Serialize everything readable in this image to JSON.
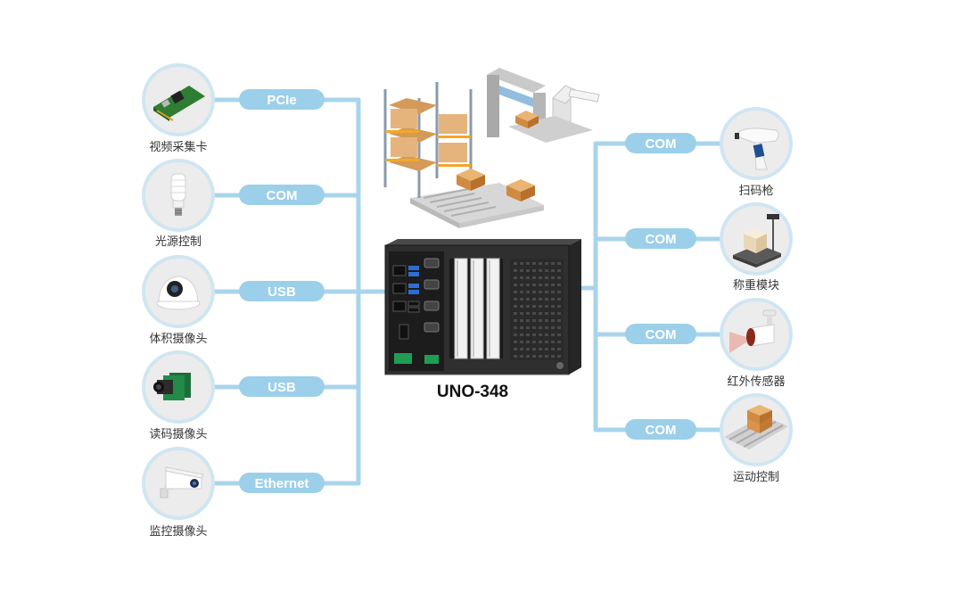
{
  "colors": {
    "line": "#a9d4ec",
    "pill": "#9ccfea",
    "circle_border": "#cfe6f2",
    "controller_body": "#2f2f2f"
  },
  "controller": {
    "model": "UNO-348"
  },
  "left_devices": [
    {
      "label": "视频采集卡",
      "connector": "PCIe",
      "icon": "capture-card-icon"
    },
    {
      "label": "光源控制",
      "connector": "COM",
      "icon": "lamp-icon"
    },
    {
      "label": "体积摄像头",
      "connector": "USB",
      "icon": "dome-camera-icon"
    },
    {
      "label": "读码摄像头",
      "connector": "USB",
      "icon": "industrial-camera-icon"
    },
    {
      "label": "监控摄像头",
      "connector": "Ethernet",
      "icon": "bullet-camera-icon"
    }
  ],
  "right_devices": [
    {
      "label": "扫码枪",
      "connector": "COM",
      "icon": "barcode-scanner-icon"
    },
    {
      "label": "称重模块",
      "connector": "COM",
      "icon": "weighing-scale-icon"
    },
    {
      "label": "红外传感器",
      "connector": "COM",
      "icon": "infrared-sensor-icon"
    },
    {
      "label": "运动控制",
      "connector": "COM",
      "icon": "conveyor-icon"
    }
  ],
  "scene_icon": "warehouse-scene-icon"
}
